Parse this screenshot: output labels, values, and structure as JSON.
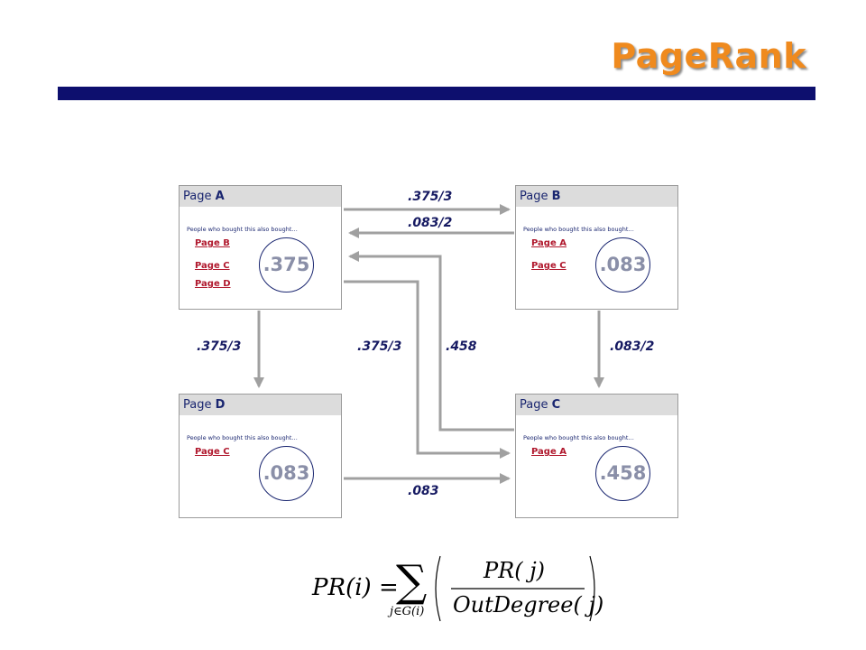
{
  "title": "PageRank",
  "pages": {
    "a": {
      "prefix": "Page ",
      "letter": "A",
      "bought": "People who bought this also bought…",
      "links": [
        "Page B",
        "Page C",
        "Page D"
      ],
      "rank": ".375"
    },
    "b": {
      "prefix": "Page ",
      "letter": "B",
      "bought": "People who bought this also bought…",
      "links": [
        "Page A",
        "Page C"
      ],
      "rank": ".083"
    },
    "d": {
      "prefix": "Page ",
      "letter": "D",
      "bought": "People who bought this also bought…",
      "links": [
        "Page C"
      ],
      "rank": ".083"
    },
    "c": {
      "prefix": "Page ",
      "letter": "C",
      "bought": "People who bought this also bought…",
      "links": [
        "Page A"
      ],
      "rank": ".458"
    }
  },
  "edges": {
    "a_to_b": ".375/3",
    "b_to_a": ".083/2",
    "a_to_d": ".375/3",
    "a_to_c": ".375/3",
    "c_to_a": ".458",
    "b_to_c": ".083/2",
    "d_to_c": ".083"
  },
  "formula": {
    "lhs": "PR(i) =",
    "sum_subscript": "j∈G(i)",
    "numerator": "PR( j)",
    "denominator": "OutDegree( j)"
  }
}
